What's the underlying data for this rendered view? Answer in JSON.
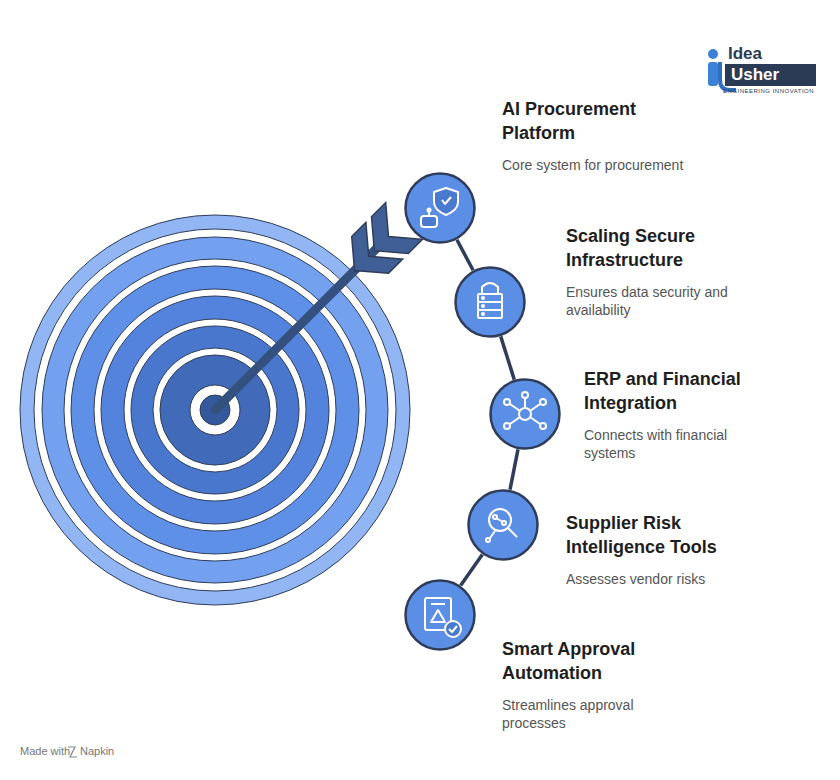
{
  "diagram": {
    "nodes": [
      {
        "text": [
          "AI Procurement Platform",
          "Core system for procurement"
        ]
      },
      {
        "text": [
          "Scaling Secure Infrastructure",
          "Ensures data security and availability"
        ]
      },
      {
        "text": [
          "ERP and Financial Integration",
          "Connects with financial systems"
        ]
      },
      {
        "text": [
          "Supplier Risk Intelligence Tools",
          "Assesses vendor risks"
        ]
      },
      {
        "text": [
          "Smart Approval Automation",
          "Streamlines approval processes"
        ]
      }
    ],
    "edges": [
      {
        "from": 0,
        "to": 1,
        "arrow": "none"
      },
      {
        "from": 1,
        "to": 2,
        "arrow": "none"
      },
      {
        "from": 2,
        "to": 3,
        "arrow": "none"
      },
      {
        "from": 3,
        "to": 4,
        "arrow": "none"
      }
    ],
    "labels": [
      "Idea",
      "Usher",
      "ENGINEERING INNOVATION",
      "Made with",
      "Napkin"
    ]
  }
}
